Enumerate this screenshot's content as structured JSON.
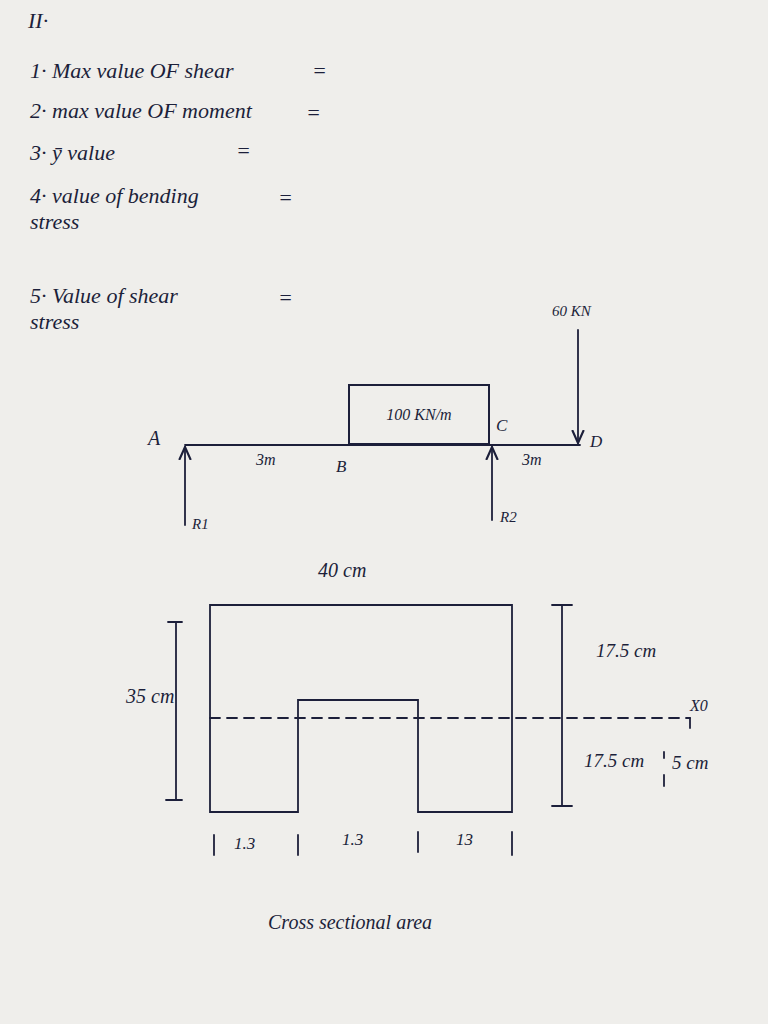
{
  "diagram": {
    "nodes": [
      {
        "text": [
          "100 KN/m"
        ]
      }
    ],
    "labels": [
      "II·",
      "1· Max value OF shear",
      "=",
      "2· max value OF moment",
      "=",
      "3· ȳ value",
      "=",
      "4· value of bending stress",
      "=",
      "5· Value of shear stress",
      "=",
      "60 KN",
      "A",
      "3m",
      "B",
      "C",
      "3m",
      "D",
      "R1",
      "R2",
      "40 cm",
      "35 cm",
      "17.5 cm",
      "X0",
      "17.5 cm",
      "5 cm",
      "1.3",
      "1.3",
      "13",
      "Cross sectional area"
    ]
  }
}
